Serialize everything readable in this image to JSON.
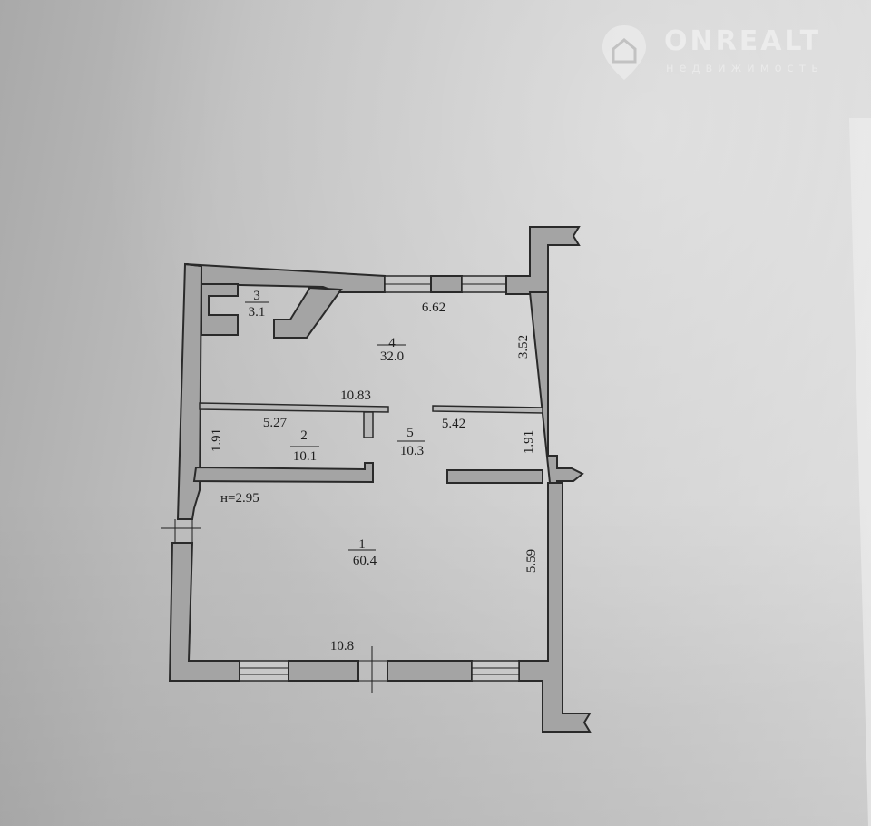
{
  "watermark": {
    "brand": "ONREALT",
    "subtitle": "недвижимость"
  },
  "plan": {
    "height_label": "н=2.95",
    "rooms": [
      {
        "number": "1",
        "area": "60.4"
      },
      {
        "number": "2",
        "area": "10.1"
      },
      {
        "number": "3",
        "area": "3.1"
      },
      {
        "number": "4",
        "area": "32.0"
      },
      {
        "number": "5",
        "area": "10.3"
      }
    ],
    "dimensions": {
      "top_room4": "6.62",
      "right_room4": "3.52",
      "partition": "10.83",
      "room2_width": "5.27",
      "room5_width": "5.42",
      "room2_height": "1.91",
      "right_room5": "1.91",
      "right_room1": "5.59",
      "bottom_room1": "10.8"
    }
  }
}
